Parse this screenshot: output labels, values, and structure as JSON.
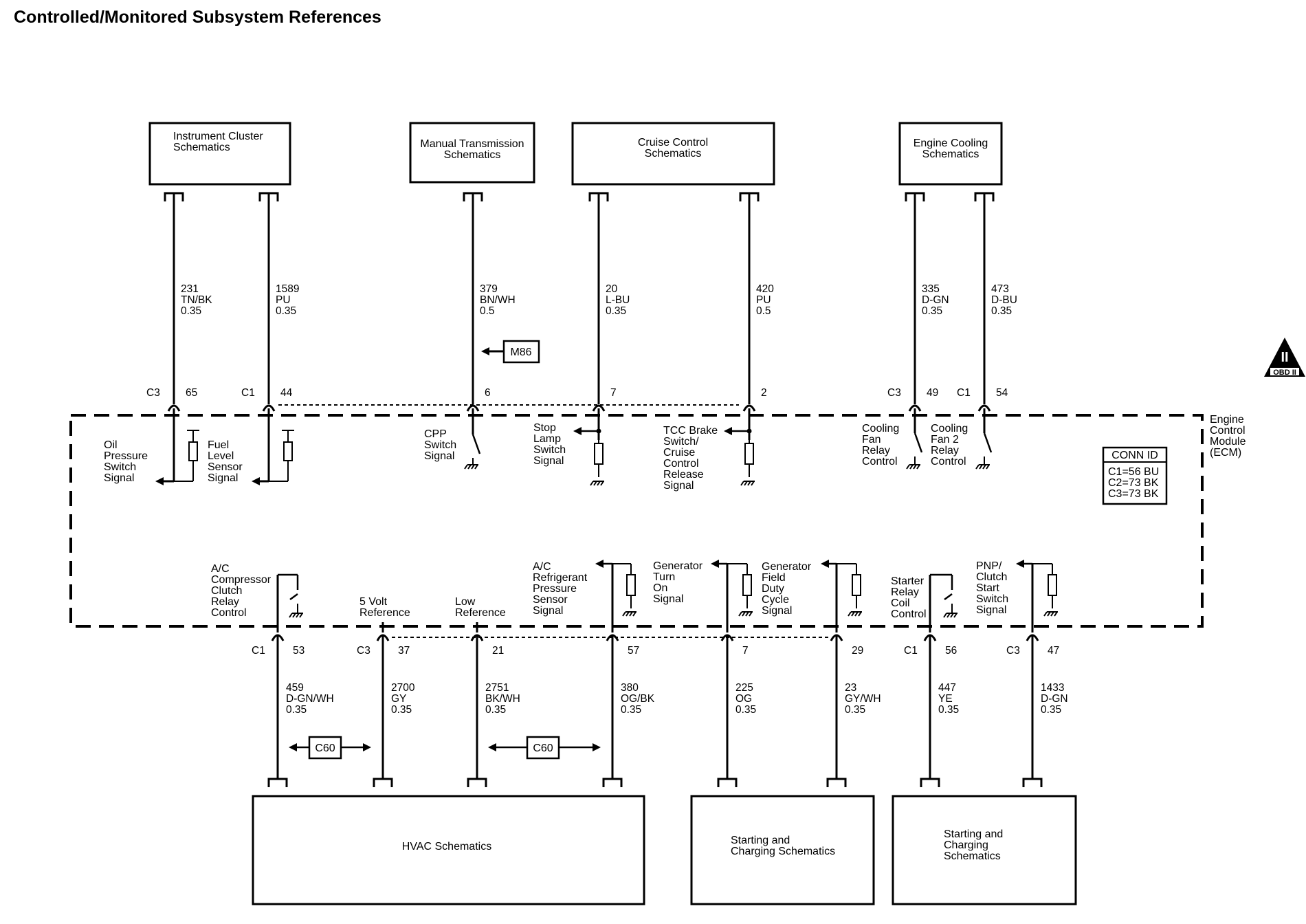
{
  "title": "Controlled/Monitored Subsystem References",
  "obd_badge": {
    "top": "II",
    "bottom": "OBD II"
  },
  "ecm_label": [
    "Engine",
    "Control",
    "Module",
    "(ECM)"
  ],
  "conn_id": {
    "header": "CONN ID",
    "rows": [
      "C1=56 BU",
      "C2=73 BK",
      "C3=73 BK"
    ]
  },
  "top_boxes": [
    {
      "lines": [
        "Instrument Cluster",
        "Schematics"
      ]
    },
    {
      "lines": [
        "Manual Transmission",
        "Schematics"
      ]
    },
    {
      "lines": [
        "Cruise Control",
        "Schematics"
      ]
    },
    {
      "lines": [
        "Engine Cooling",
        "Schematics"
      ]
    }
  ],
  "bottom_boxes": [
    {
      "lines": [
        "HVAC Schematics"
      ]
    },
    {
      "lines": [
        "Starting and",
        "Charging Schematics"
      ]
    },
    {
      "lines": [
        "Starting and",
        "Charging",
        "Schematics"
      ]
    }
  ],
  "top_wires": [
    {
      "circuit": "231",
      "color": "TN/BK",
      "gauge": "0.35",
      "conn": "C3",
      "pin": "65",
      "signal": [
        "Oil",
        "Pressure",
        "Switch",
        "Signal"
      ]
    },
    {
      "circuit": "1589",
      "color": "PU",
      "gauge": "0.35",
      "conn": "C1",
      "pin": "44",
      "signal": [
        "Fuel",
        "Level",
        "Sensor",
        "Signal"
      ]
    },
    {
      "circuit": "379",
      "color": "BN/WH",
      "gauge": "0.5",
      "conn": "",
      "pin": "6",
      "signal": [
        "CPP",
        "Switch",
        "Signal"
      ]
    },
    {
      "circuit": "20",
      "color": "L-BU",
      "gauge": "0.35",
      "conn": "",
      "pin": "7",
      "signal": [
        "Stop",
        "Lamp",
        "Switch",
        "Signal"
      ]
    },
    {
      "circuit": "420",
      "color": "PU",
      "gauge": "0.5",
      "conn": "",
      "pin": "2",
      "signal": [
        "TCC Brake",
        "Switch/",
        "Cruise",
        "Control",
        "Release",
        "Signal"
      ]
    },
    {
      "circuit": "335",
      "color": "D-GN",
      "gauge": "0.35",
      "conn": "C3",
      "pin": "49",
      "signal": [
        "Cooling",
        "Fan",
        "Relay",
        "Control"
      ]
    },
    {
      "circuit": "473",
      "color": "D-BU",
      "gauge": "0.35",
      "conn": "C1",
      "pin": "54",
      "signal": [
        "Cooling",
        "Fan 2",
        "Relay",
        "Control"
      ]
    }
  ],
  "bottom_wires": [
    {
      "circuit": "459",
      "color": "D-GN/WH",
      "gauge": "0.35",
      "conn": "C1",
      "pin": "53",
      "signal": [
        "A/C",
        "Compressor",
        "Clutch",
        "Relay",
        "Control"
      ]
    },
    {
      "circuit": "2700",
      "color": "GY",
      "gauge": "0.35",
      "conn": "C3",
      "pin": "37",
      "signal": [
        "5 Volt",
        "Reference"
      ]
    },
    {
      "circuit": "2751",
      "color": "BK/WH",
      "gauge": "0.35",
      "conn": "",
      "pin": "21",
      "signal": [
        "Low",
        "Reference"
      ]
    },
    {
      "circuit": "380",
      "color": "OG/BK",
      "gauge": "0.35",
      "conn": "",
      "pin": "57",
      "signal": [
        "A/C",
        "Refrigerant",
        "Pressure",
        "Sensor",
        "Signal"
      ]
    },
    {
      "circuit": "225",
      "color": "OG",
      "gauge": "0.35",
      "conn": "",
      "pin": "7",
      "signal": [
        "Generator",
        "Turn",
        "On",
        "Signal"
      ]
    },
    {
      "circuit": "23",
      "color": "GY/WH",
      "gauge": "0.35",
      "conn": "",
      "pin": "29",
      "signal": [
        "Generator",
        "Field",
        "Duty",
        "Cycle",
        "Signal"
      ]
    },
    {
      "circuit": "447",
      "color": "YE",
      "gauge": "0.35",
      "conn": "C1",
      "pin": "56",
      "signal": [
        "Starter",
        "Relay",
        "Coil",
        "Control"
      ]
    },
    {
      "circuit": "1433",
      "color": "D-GN",
      "gauge": "0.35",
      "conn": "C3",
      "pin": "47",
      "signal": [
        "PNP/",
        "Clutch",
        "Start",
        "Switch",
        "Signal"
      ]
    }
  ],
  "splice_tag": "M86",
  "connector_tags": [
    "C60",
    "C60"
  ]
}
